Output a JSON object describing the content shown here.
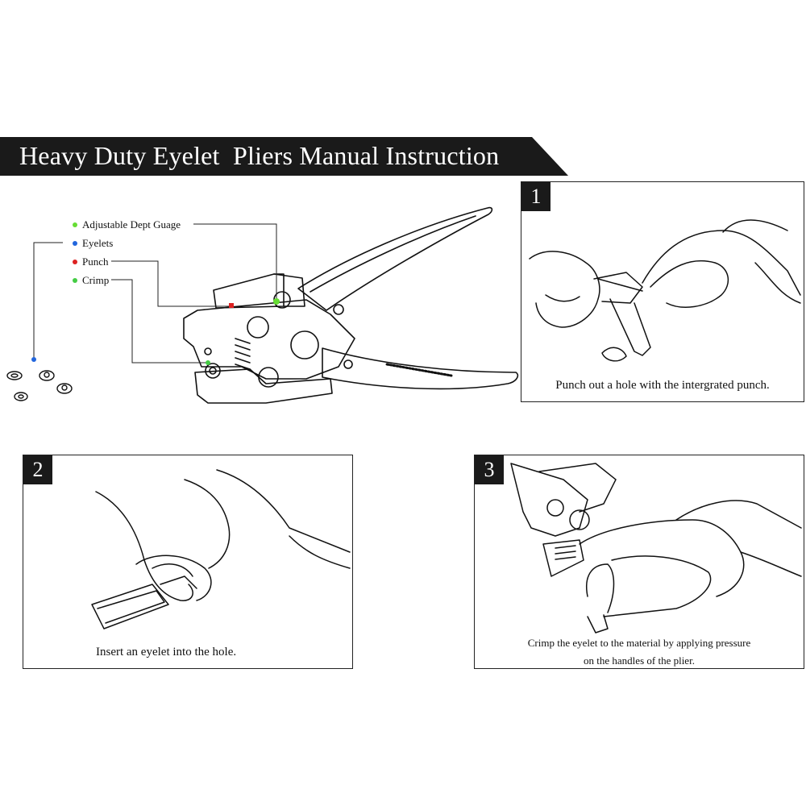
{
  "header": {
    "title": "Heavy Duty Eyelet  Pliers Manual Instruction"
  },
  "legend": {
    "items": [
      {
        "label": "Adjustable Dept Guage",
        "color": "#66dd33"
      },
      {
        "label": "Eyelets",
        "color": "#2266dd"
      },
      {
        "label": "Punch",
        "color": "#dd2222"
      },
      {
        "label": "Crimp",
        "color": "#44cc44"
      }
    ]
  },
  "steps": [
    {
      "number": "1",
      "caption": "Punch out a hole with the intergrated punch."
    },
    {
      "number": "2",
      "caption": "Insert an eyelet into the hole."
    },
    {
      "number": "3",
      "caption_line1": "Crimp the eyelet to the material by applying pressure",
      "caption_line2": "on the handles of the plier."
    }
  ],
  "icons": [
    "pliers-illustration",
    "eyelet-icon",
    "hand-illustration"
  ]
}
